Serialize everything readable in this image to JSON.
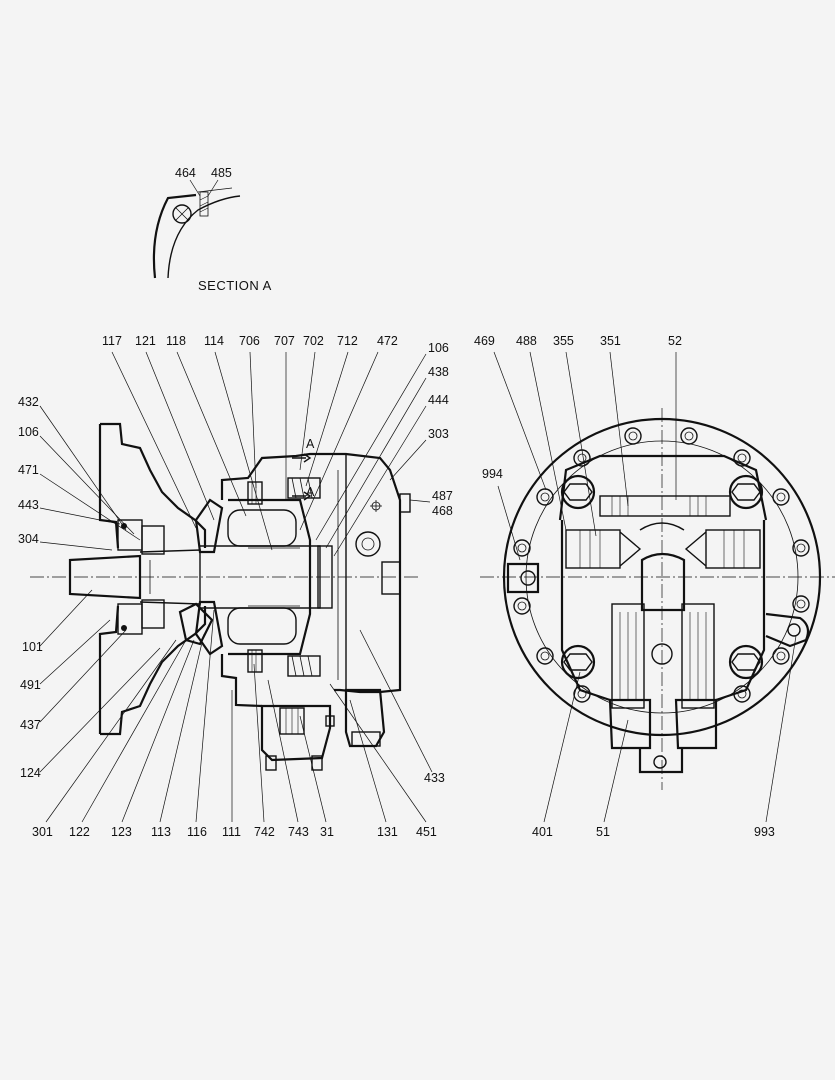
{
  "section_label": "SECTION  A",
  "section_callouts": [
    {
      "id": "c464",
      "text": "464"
    },
    {
      "id": "c485",
      "text": "485"
    }
  ],
  "section_marker": "A",
  "side_view_callouts": [
    {
      "id": "c117",
      "text": "117"
    },
    {
      "id": "c121",
      "text": "121"
    },
    {
      "id": "c118",
      "text": "118"
    },
    {
      "id": "c114",
      "text": "114"
    },
    {
      "id": "c706",
      "text": "706"
    },
    {
      "id": "c707",
      "text": "707"
    },
    {
      "id": "c702",
      "text": "702"
    },
    {
      "id": "c712",
      "text": "712"
    },
    {
      "id": "c472",
      "text": "472"
    },
    {
      "id": "c106r",
      "text": "106"
    },
    {
      "id": "c438",
      "text": "438"
    },
    {
      "id": "c444",
      "text": "444"
    },
    {
      "id": "c303",
      "text": "303"
    },
    {
      "id": "c487",
      "text": "487"
    },
    {
      "id": "c468",
      "text": "468"
    },
    {
      "id": "c432",
      "text": "432"
    },
    {
      "id": "c106l",
      "text": "106"
    },
    {
      "id": "c471",
      "text": "471"
    },
    {
      "id": "c443",
      "text": "443"
    },
    {
      "id": "c304",
      "text": "304"
    },
    {
      "id": "c101",
      "text": "101"
    },
    {
      "id": "c491",
      "text": "491"
    },
    {
      "id": "c437",
      "text": "437"
    },
    {
      "id": "c124",
      "text": "124"
    },
    {
      "id": "c301",
      "text": "301"
    },
    {
      "id": "c122",
      "text": "122"
    },
    {
      "id": "c123",
      "text": "123"
    },
    {
      "id": "c113",
      "text": "113"
    },
    {
      "id": "c116",
      "text": "116"
    },
    {
      "id": "c111",
      "text": "111"
    },
    {
      "id": "c742",
      "text": "742"
    },
    {
      "id": "c743",
      "text": "743"
    },
    {
      "id": "c31",
      "text": "31"
    },
    {
      "id": "c131",
      "text": "131"
    },
    {
      "id": "c451",
      "text": "451"
    },
    {
      "id": "c433",
      "text": "433"
    }
  ],
  "end_view_callouts": [
    {
      "id": "c469",
      "text": "469"
    },
    {
      "id": "c488",
      "text": "488"
    },
    {
      "id": "c355",
      "text": "355"
    },
    {
      "id": "c351",
      "text": "351"
    },
    {
      "id": "c52",
      "text": "52"
    },
    {
      "id": "c994",
      "text": "994"
    },
    {
      "id": "c401",
      "text": "401"
    },
    {
      "id": "c51",
      "text": "51"
    },
    {
      "id": "c993",
      "text": "993"
    }
  ]
}
